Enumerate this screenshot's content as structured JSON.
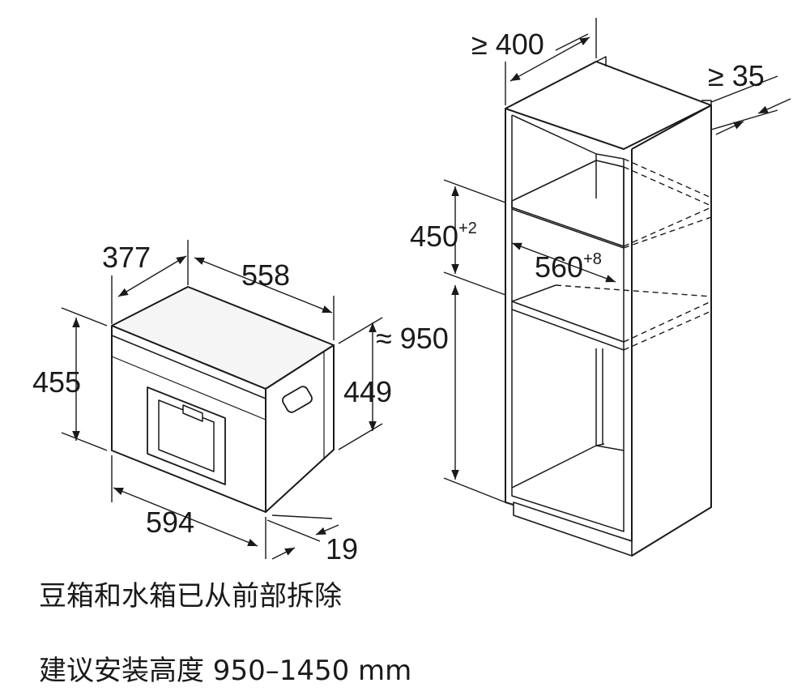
{
  "oven_dims": {
    "depth": "377",
    "width_top": "558",
    "height_left": "455",
    "height_right": "449",
    "width_bottom": "594",
    "front_depth": "19"
  },
  "cabinet_dims": {
    "min_depth_base": "≥ 400",
    "min_gap_base": "≥ 35",
    "niche_height_base": "450",
    "niche_height_tol": "+2",
    "niche_width_base": "560",
    "niche_width_tol": "+8",
    "install_height": "≈ 950"
  },
  "captions": {
    "line1": "豆箱和水箱已从前部拆除",
    "line2": "建议安装高度 950–1450 mm"
  }
}
